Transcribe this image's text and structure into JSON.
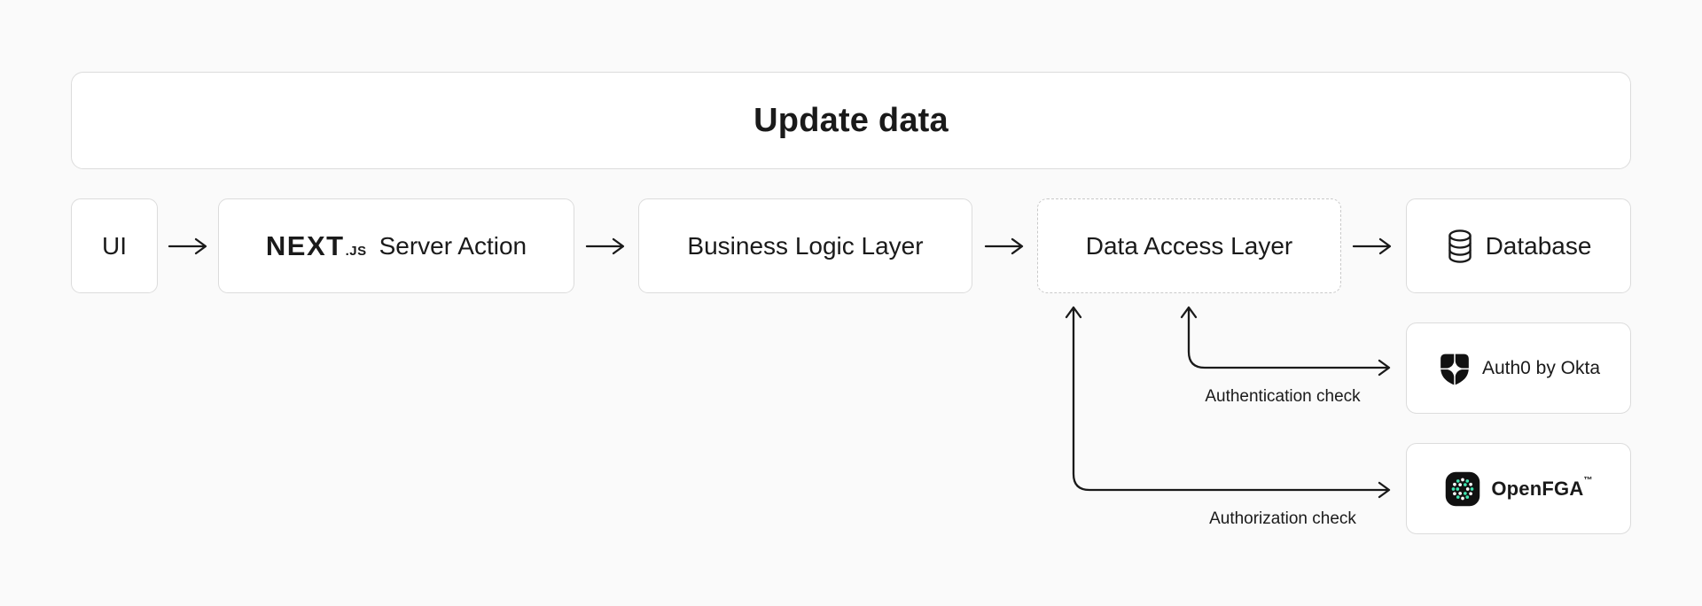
{
  "title": "Update data",
  "flow": {
    "nodes": [
      {
        "label": "UI"
      },
      {
        "logo": "NEXT",
        "logo_suffix": ".JS",
        "label": "Server Action"
      },
      {
        "label": "Business Logic Layer"
      },
      {
        "label": "Data Access Layer"
      },
      {
        "label": "Database"
      }
    ]
  },
  "services": [
    {
      "label": "Auth0 by Okta",
      "connector_label": "Authentication check"
    },
    {
      "label": "OpenFGA",
      "tm": "™",
      "connector_label": "Authorization check"
    }
  ],
  "icons": {
    "database": "database-cylinder-icon",
    "auth0": "auth0-shield-icon",
    "openfga": "openfga-dots-icon",
    "flow_arrows": "right-arrow-icon",
    "authentication_connector": "elbow-arrow-up-and-right-icon",
    "authorization_connector": "elbow-arrow-up-and-right-icon"
  },
  "colors": {
    "background": "#fafafa",
    "box_background": "#ffffff",
    "box_border": "#dcdcdc",
    "dashed_border": "#c9c9c9",
    "text": "#1a1a1a",
    "arrow": "#1a1a1a",
    "logo_black": "#111111",
    "openfga_green": "#41e5b1"
  }
}
